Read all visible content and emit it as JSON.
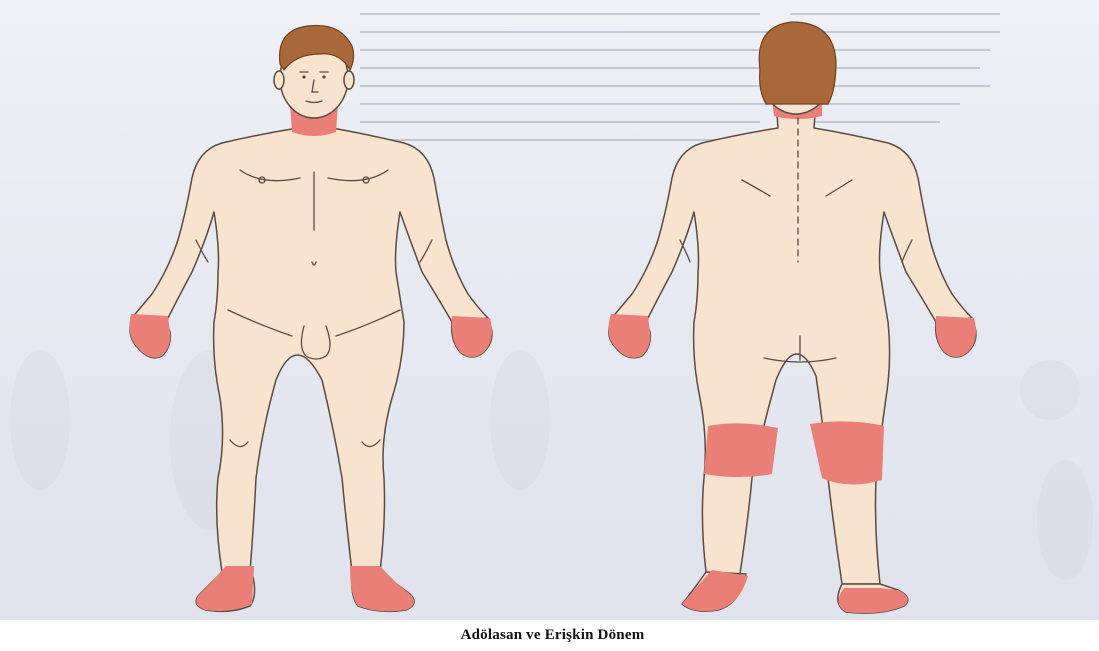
{
  "caption": "Adölasan ve Erişkin Dönem",
  "figure": {
    "views": [
      "front",
      "back"
    ],
    "affected_regions": {
      "front": [
        "neck",
        "hands",
        "feet"
      ],
      "back": [
        "neck",
        "hands",
        "knees",
        "ankles-feet"
      ]
    }
  },
  "colors": {
    "skin": "#f8e3cf",
    "outline": "#5a4a40",
    "lesion": "#ea7f78",
    "hair": "#a8683a",
    "background": "#e9ebf3"
  }
}
